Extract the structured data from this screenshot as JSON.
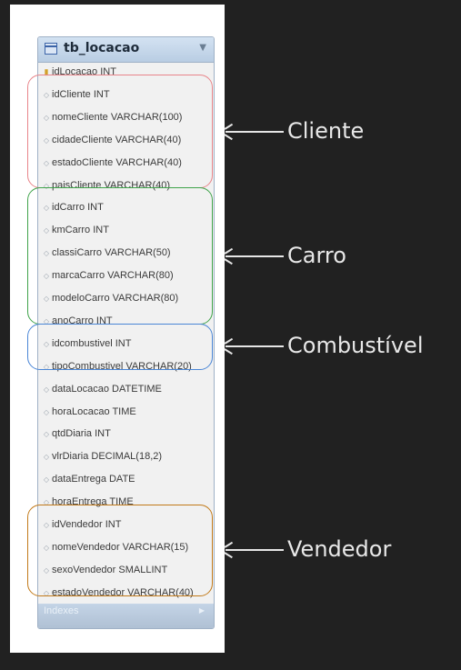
{
  "table": {
    "name": "tb_locacao",
    "columns": [
      {
        "key": "pk",
        "label": "idLocacao INT"
      },
      {
        "key": "fk",
        "label": "idCliente INT"
      },
      {
        "key": "fk",
        "label": "nomeCliente VARCHAR(100)"
      },
      {
        "key": "fk",
        "label": "cidadeCliente VARCHAR(40)"
      },
      {
        "key": "fk",
        "label": "estadoCliente VARCHAR(40)"
      },
      {
        "key": "fk",
        "label": "paisCliente VARCHAR(40)"
      },
      {
        "key": "fk",
        "label": "idCarro INT"
      },
      {
        "key": "fk",
        "label": "kmCarro INT"
      },
      {
        "key": "fk",
        "label": "classiCarro VARCHAR(50)"
      },
      {
        "key": "fk",
        "label": "marcaCarro VARCHAR(80)"
      },
      {
        "key": "fk",
        "label": "modeloCarro VARCHAR(80)"
      },
      {
        "key": "fk",
        "label": "anoCarro INT"
      },
      {
        "key": "fk",
        "label": "idcombustivel INT"
      },
      {
        "key": "fk",
        "label": "tipoCombustivel VARCHAR(20)"
      },
      {
        "key": "fk",
        "label": "dataLocacao DATETIME"
      },
      {
        "key": "fk",
        "label": "horaLocacao TIME"
      },
      {
        "key": "fk",
        "label": "qtdDiaria INT"
      },
      {
        "key": "fk",
        "label": "vlrDiaria DECIMAL(18,2)"
      },
      {
        "key": "fk",
        "label": "dataEntrega DATE"
      },
      {
        "key": "fk",
        "label": "horaEntrega TIME"
      },
      {
        "key": "fk",
        "label": "idVendedor INT"
      },
      {
        "key": "fk",
        "label": "nomeVendedor VARCHAR(15)"
      },
      {
        "key": "fk",
        "label": "sexoVendedor SMALLINT"
      },
      {
        "key": "fk",
        "label": "estadoVendedor VARCHAR(40)"
      }
    ],
    "indexes_label": "Indexes"
  },
  "groups": [
    {
      "label": "Cliente",
      "color": "#e8858a",
      "first_row": 1,
      "last_row": 5
    },
    {
      "label": "Carro",
      "color": "#3fa34a",
      "first_row": 6,
      "last_row": 11
    },
    {
      "label": "Combustível",
      "color": "#4a86d6",
      "first_row": 12,
      "last_row": 13
    },
    {
      "label": "Vendedor",
      "color": "#c27a1a",
      "first_row": 20,
      "last_row": 23
    }
  ],
  "colors": {
    "background": "#212121",
    "annotation_text": "#e8e8e8",
    "pk_icon": "#d2a12b",
    "header": "#c6d7ea"
  },
  "icons": {
    "table": "table-icon",
    "primary_key": "key-icon",
    "column": "diamond-icon",
    "collapse": "chevron-down-icon",
    "expand": "chevron-right-icon"
  }
}
